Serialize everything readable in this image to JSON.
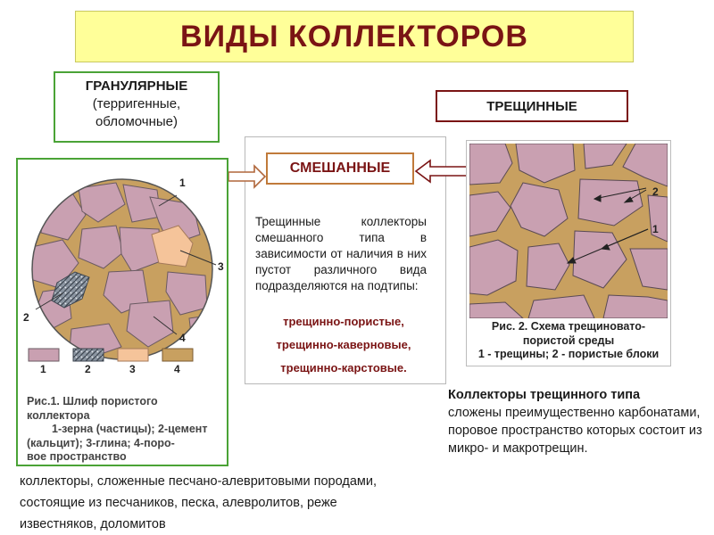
{
  "title": "ВИДЫ КОЛЛЕКТОРОВ",
  "granular": {
    "heading": "ГРАНУЛЯРНЫЕ",
    "line1": "(терригенные,",
    "line2": "обломочные)"
  },
  "fractured": {
    "heading": "ТРЕЩИННЫЕ"
  },
  "mixed": {
    "heading": "СМЕШАННЫЕ",
    "description": "Трещинные коллекторы смешанного типа в зависимости от наличия в них пустот различного вида подразделяются на подтипы:",
    "subtypes": [
      "трещинно-пористые,",
      "трещинно-каверновые,",
      "трещинно-карстовые."
    ]
  },
  "figure1": {
    "callouts": [
      "1",
      "2",
      "3",
      "4"
    ],
    "legend": [
      {
        "label": "1",
        "color": "#c9a0b1"
      },
      {
        "label": "2",
        "color": "#8a94a0"
      },
      {
        "label": "3",
        "color": "#f5c49a"
      },
      {
        "label": "4",
        "color": "#c8a060"
      }
    ],
    "caption_line1": "Рис.1. Шлиф пористого",
    "caption_line2": "коллектора",
    "caption_line3": "1-зерна (частицы); 2-цемент",
    "caption_line4": "(кальцит); 3-глина; 4-поро-",
    "caption_line5": "вое пространство"
  },
  "figure2": {
    "callouts": [
      "2",
      "1"
    ],
    "caption_line1": "Рис. 2. Схема трещиновато-",
    "caption_line2": "пористой среды",
    "caption_line3": "1 - трещины; 2 - пористые блоки"
  },
  "fractured_text": {
    "heading": "Коллекторы трещинного типа",
    "body": "сложены преимущественно карбонатами, поровое пространство которых состоит из микро- и макротрещин."
  },
  "granular_text": {
    "line1": "коллекторы, сложенные песчано-алевритовыми породами,",
    "line2": "состоящие из песчаников, песка, алевролитов, реже",
    "line3": "известняков, доломитов"
  },
  "colors": {
    "title_bg": "#ffff99",
    "title_text": "#7a1414",
    "granular_border": "#4aa336",
    "fractured_border": "#7a1414",
    "mixed_border": "#c07a3a",
    "grain": "#c9a0b1",
    "pore": "#c8a060",
    "clay": "#f5c49a",
    "cement": "#8a94a0"
  }
}
